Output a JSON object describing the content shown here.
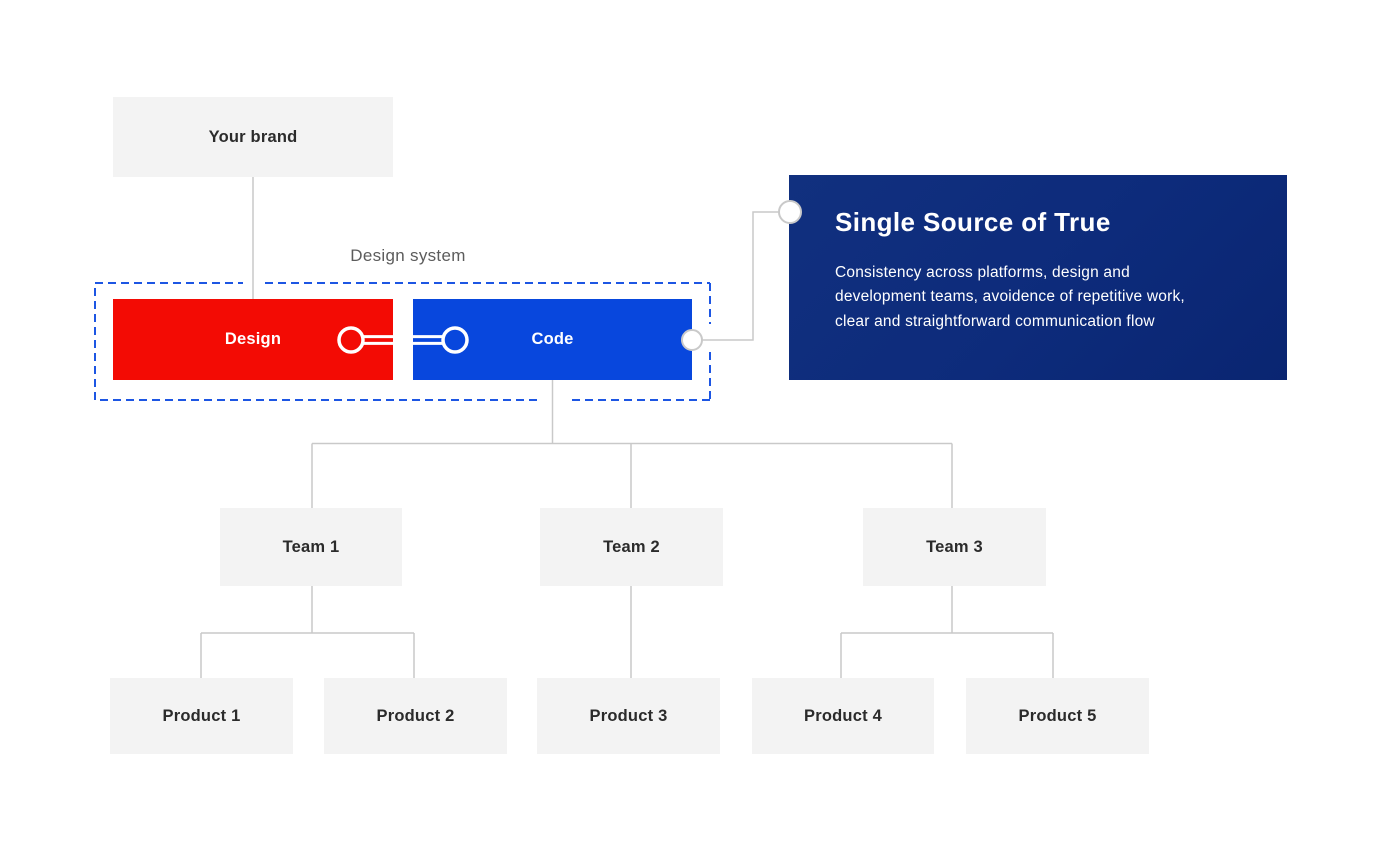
{
  "diagram": {
    "brand": {
      "label": "Your brand"
    },
    "design_system": {
      "label": "Design system",
      "design_label": "Design",
      "code_label": "Code"
    },
    "callout": {
      "title": "Single Source of True",
      "body_lines": [
        "Consistency across platforms, design and",
        "development teams, avoidence of repetitive work,",
        "clear and straightforward communication flow"
      ]
    },
    "teams": [
      {
        "label": "Team 1"
      },
      {
        "label": "Team 2"
      },
      {
        "label": "Team 3"
      }
    ],
    "products": [
      {
        "label": "Product 1"
      },
      {
        "label": "Product 2"
      },
      {
        "label": "Product 3"
      },
      {
        "label": "Product 4"
      },
      {
        "label": "Product 5"
      }
    ],
    "colors": {
      "design_red": "#f30b04",
      "code_blue": "#0847dd",
      "dashed_border_blue": "#1d56e3",
      "callout_navy": "#0d2b7b",
      "node_gray": "#f3f3f3",
      "connector_gray": "#c9c9c9",
      "label_gray": "#5c5c5c",
      "text_dark": "#2b2b2b",
      "text_white": "#ffffff"
    }
  }
}
